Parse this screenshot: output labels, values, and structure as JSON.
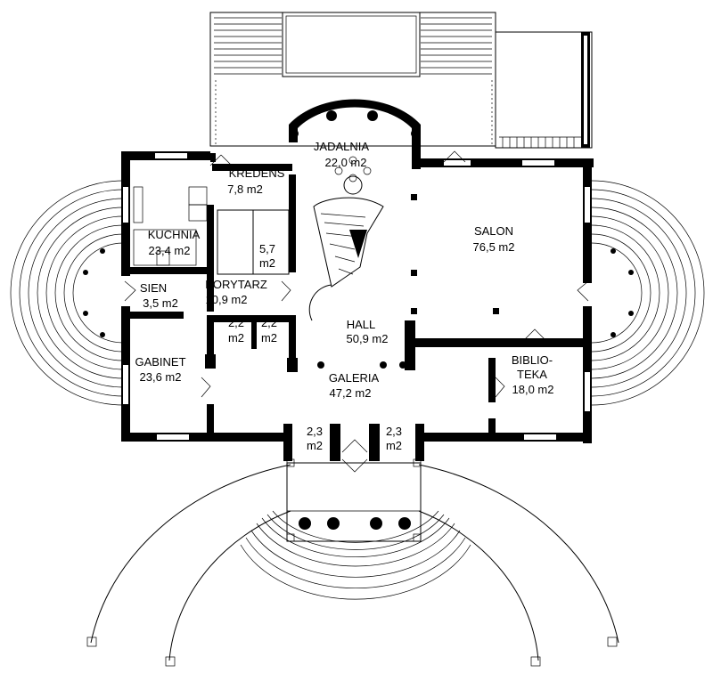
{
  "rooms": [
    {
      "id": "jadalnia",
      "name": "JADALNIA",
      "area": "22,0 m2"
    },
    {
      "id": "kredens",
      "name": "KREDENS",
      "area": "7,8 m2"
    },
    {
      "id": "kuchnia",
      "name": "KUCHNIA",
      "area": "23,4 m2"
    },
    {
      "id": "salon",
      "name": "SALON",
      "area": "76,5 m2"
    },
    {
      "id": "wc-57",
      "name": "5,7",
      "area": "m2"
    },
    {
      "id": "sien",
      "name": "SIEN",
      "area": "3,5 m2"
    },
    {
      "id": "korytarz",
      "name": "KORYTARZ",
      "area": "10,9 m2"
    },
    {
      "id": "hall",
      "name": "HALL",
      "area": "50,9 m2"
    },
    {
      "id": "wc-22a",
      "name": "2,2",
      "area": "m2"
    },
    {
      "id": "wc-22b",
      "name": "2,2",
      "area": "m2"
    },
    {
      "id": "gabinet",
      "name": "GABINET",
      "area": "23,6 m2"
    },
    {
      "id": "galeria",
      "name": "GALERIA",
      "area": "47,2 m2"
    },
    {
      "id": "biblioteka",
      "name": "BIBLIO-",
      "name2": "TEKA",
      "area": "18,0 m2"
    },
    {
      "id": "wc-23a",
      "name": "2,3",
      "area": "m2"
    },
    {
      "id": "wc-23b",
      "name": "2,3",
      "area": "m2"
    }
  ]
}
